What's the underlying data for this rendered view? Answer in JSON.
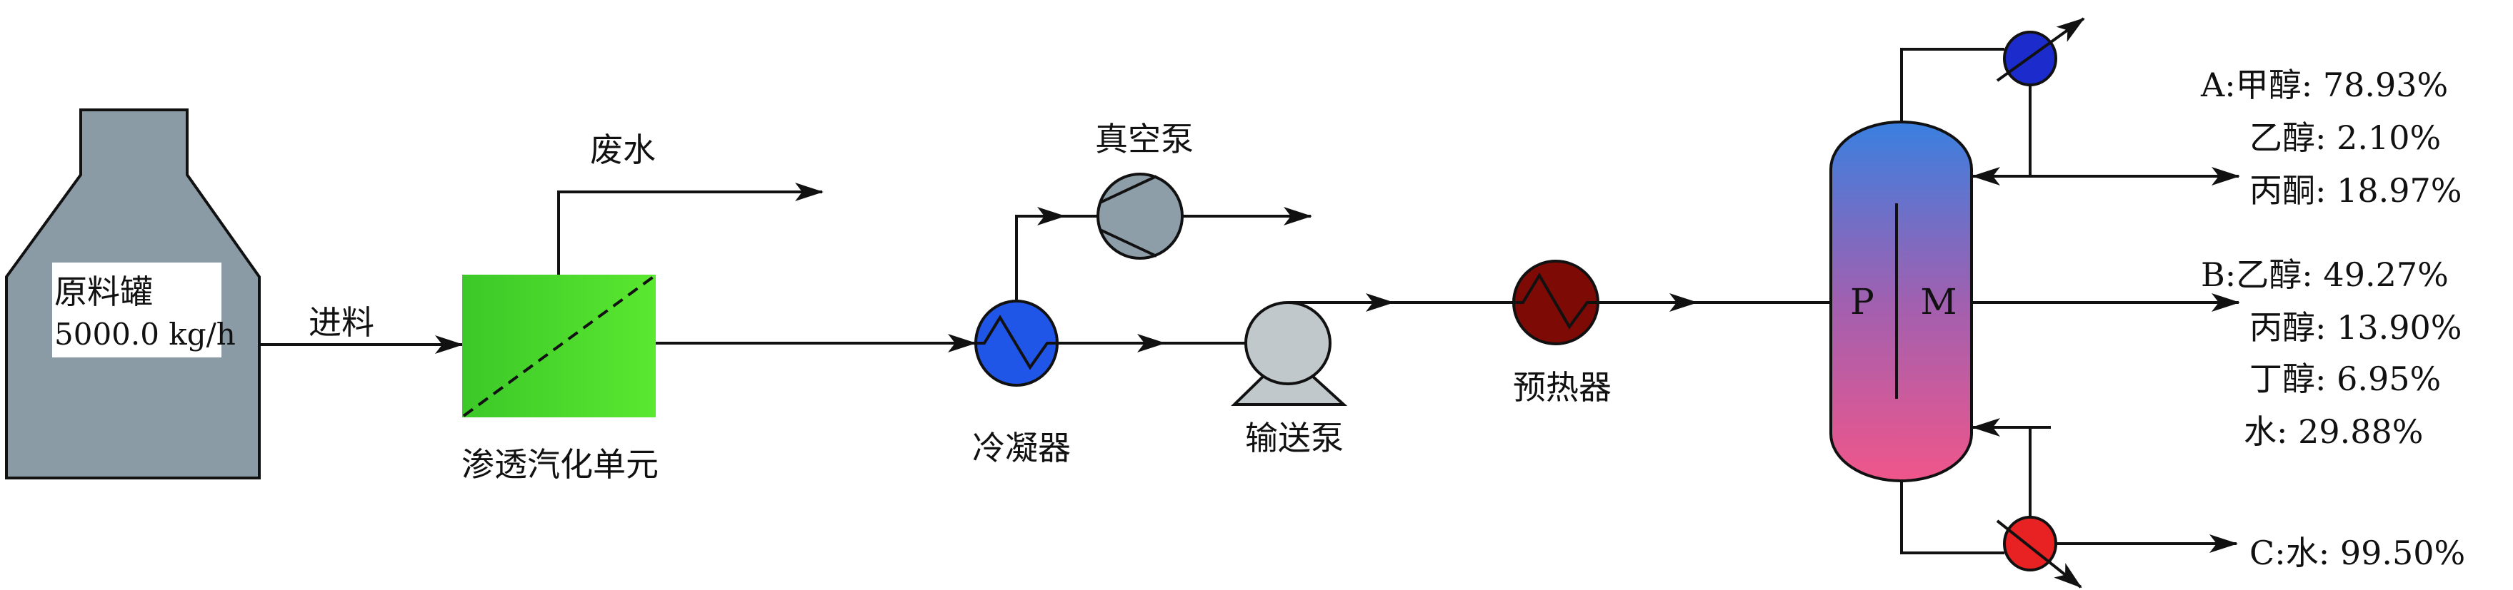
{
  "feed_tank": {
    "name": "原料罐",
    "flow": "5000.0 kg/h"
  },
  "streams": {
    "feed": "进料",
    "waste_water": "废水"
  },
  "equipment": {
    "pervaporation_unit": "渗透汽化单元",
    "vacuum_pump": "真空泵",
    "condenser": "冷凝器",
    "transfer_pump": "输送泵",
    "preheater": "预热器",
    "column_left_label": "P",
    "column_right_label": "M"
  },
  "products": {
    "A": [
      "A:甲醇: 78.93%",
      "乙醇: 2.10%",
      "丙酮: 18.97%"
    ],
    "B": [
      "B:乙醇: 49.27%",
      "丙醇: 13.90%",
      "丁醇: 6.95%",
      "水: 29.88%"
    ],
    "C": [
      "C:水: 99.50%"
    ]
  },
  "colors": {
    "tank": "#8a9ba6",
    "membrane": "#44d42a",
    "condenser": "#2056e8",
    "vacuum_pump": "#8e9ea8",
    "transfer_pump": "#c0c8cc",
    "preheater": "#7d0a05",
    "column_top": "#3a80e0",
    "column_bottom": "#f0568a",
    "overhead_condenser": "#1c2ccc",
    "reboiler": "#e82222"
  }
}
